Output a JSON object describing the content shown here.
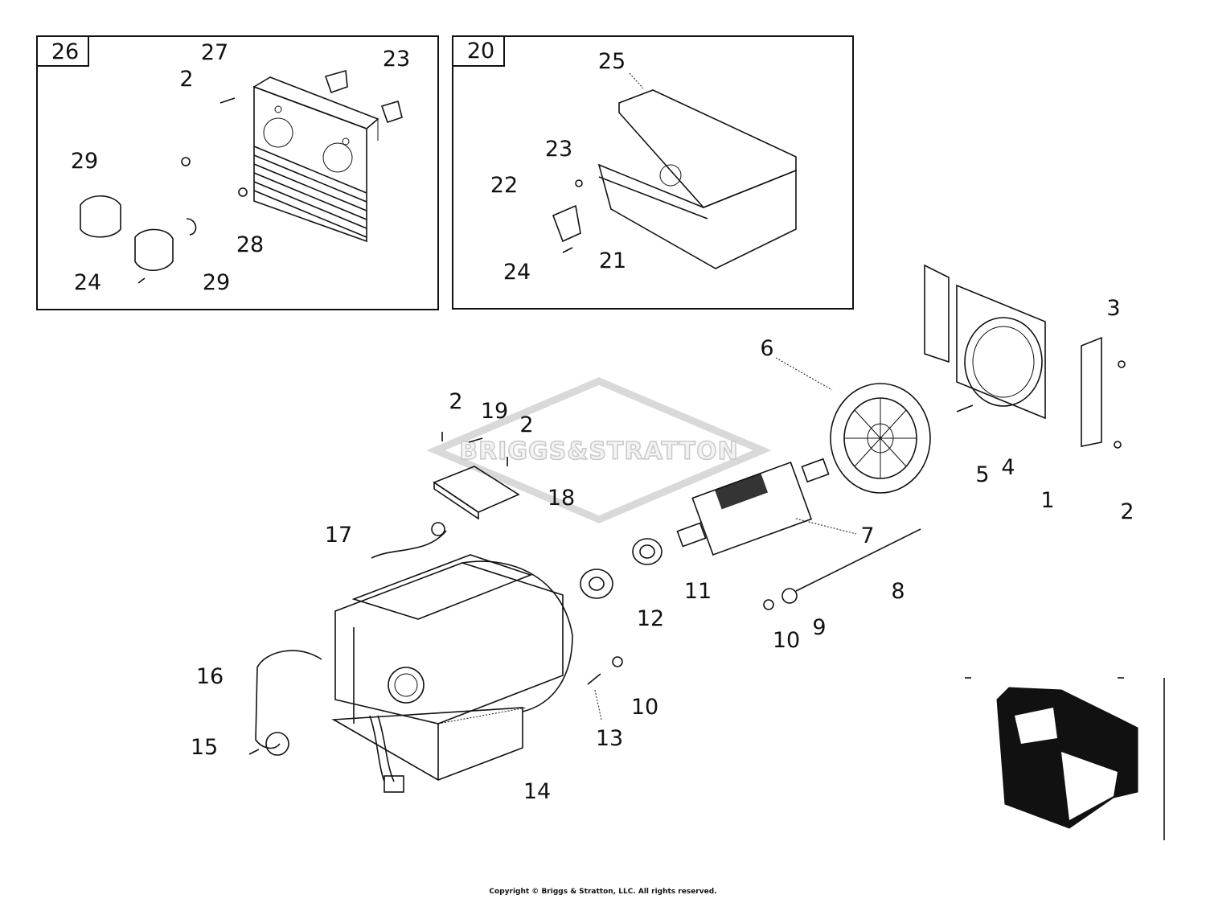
{
  "watermark": "BRIGGS&STRATTON",
  "copyright": "Copyright © Briggs & Stratton, LLC. All rights reserved.",
  "insets": [
    {
      "id": "26",
      "labels": [
        "27",
        "2",
        "23",
        "29",
        "28",
        "24",
        "29"
      ]
    },
    {
      "id": "20",
      "labels": [
        "25",
        "23",
        "22",
        "21",
        "24"
      ]
    }
  ],
  "callouts": {
    "c1": "1",
    "c2a": "2",
    "c2b": "2",
    "c2c": "2",
    "c3": "3",
    "c4": "4",
    "c5": "5",
    "c6": "6",
    "c7": "7",
    "c8": "8",
    "c9": "9",
    "c10a": "10",
    "c10b": "10",
    "c11": "11",
    "c12": "12",
    "c13": "13",
    "c14": "14",
    "c15": "15",
    "c16": "16",
    "c17": "17",
    "c18": "18",
    "c19": "19"
  }
}
